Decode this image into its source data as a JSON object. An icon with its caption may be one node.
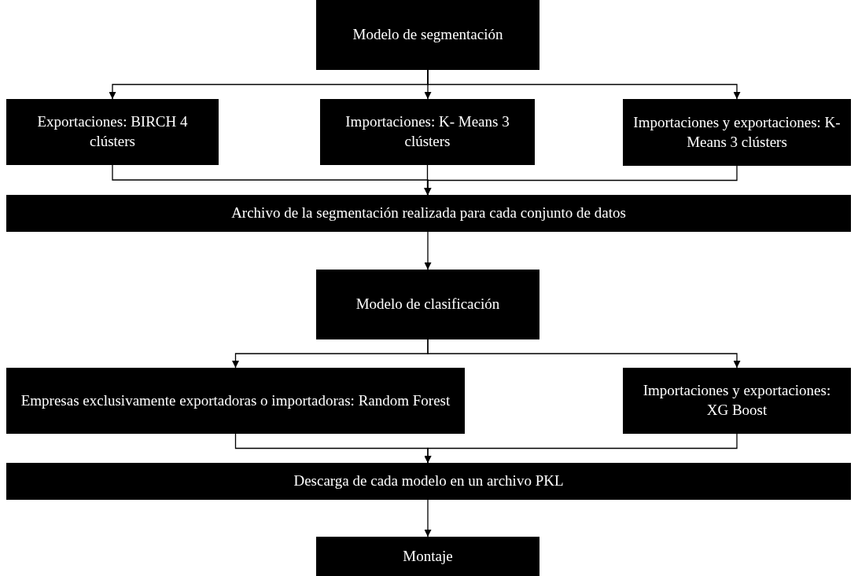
{
  "diagram": {
    "nodes": [
      {
        "text": [
          "Modelo de segmentación"
        ]
      },
      {
        "text": [
          "Exportaciones: BIRCH 4 clústers"
        ]
      },
      {
        "text": [
          "Importaciones: K- Means 3 clústers"
        ]
      },
      {
        "text": [
          "Importaciones y exportaciones: K- Means 3 clústers"
        ]
      },
      {
        "text": [
          "Archivo de la segmentación realizada para cada conjunto de datos"
        ]
      },
      {
        "text": [
          "Modelo de clasificación"
        ]
      },
      {
        "text": [
          "Empresas exclusivamente exportadoras o importadoras: Random Forest"
        ]
      },
      {
        "text": [
          "Importaciones y exportaciones: XG Boost"
        ]
      },
      {
        "text": [
          "Descarga de cada modelo en un archivo PKL"
        ]
      },
      {
        "text": [
          "Montaje"
        ]
      }
    ],
    "edges": [
      {
        "from": 0,
        "to": 1,
        "arrow": "to"
      },
      {
        "from": 0,
        "to": 2,
        "arrow": "to"
      },
      {
        "from": 0,
        "to": 3,
        "arrow": "to"
      },
      {
        "from": 1,
        "to": 4,
        "arrow": "to"
      },
      {
        "from": 2,
        "to": 4,
        "arrow": "to"
      },
      {
        "from": 3,
        "to": 4,
        "arrow": "to"
      },
      {
        "from": 4,
        "to": 5,
        "arrow": "to"
      },
      {
        "from": 5,
        "to": 6,
        "arrow": "to"
      },
      {
        "from": 5,
        "to": 7,
        "arrow": "to"
      },
      {
        "from": 6,
        "to": 8,
        "arrow": "to"
      },
      {
        "from": 7,
        "to": 8,
        "arrow": "to"
      },
      {
        "from": 8,
        "to": 9,
        "arrow": "to"
      }
    ]
  }
}
